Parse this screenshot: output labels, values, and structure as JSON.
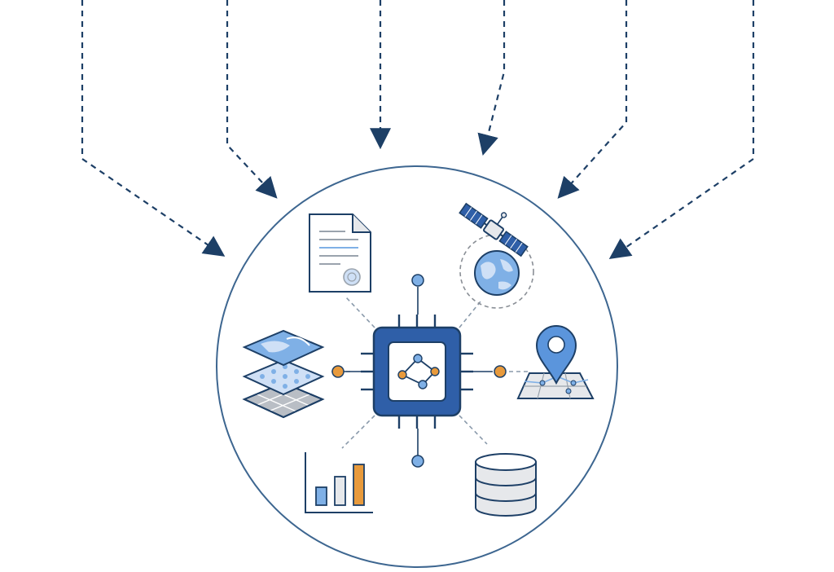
{
  "diagram": {
    "colors": {
      "navy": "#1d3f66",
      "ring": "#3d6690",
      "chip_blue": "#2f5fa8",
      "light_blue": "#7fb0e6",
      "pale_blue": "#cfe0f6",
      "accent_orange": "#e89a3c",
      "grey": "#8a8f96",
      "light_grey": "#e6e8eb"
    },
    "incoming_arrow_count": 6,
    "nodes": [
      {
        "id": "document",
        "icon": "document-certificate-icon"
      },
      {
        "id": "satellite",
        "icon": "satellite-earth-icon"
      },
      {
        "id": "gis-layers",
        "icon": "map-layers-icon"
      },
      {
        "id": "location",
        "icon": "map-pin-icon"
      },
      {
        "id": "statistics",
        "icon": "bar-chart-icon"
      },
      {
        "id": "database",
        "icon": "database-icon"
      }
    ],
    "center": {
      "icon": "processor-chip-network-icon"
    }
  }
}
